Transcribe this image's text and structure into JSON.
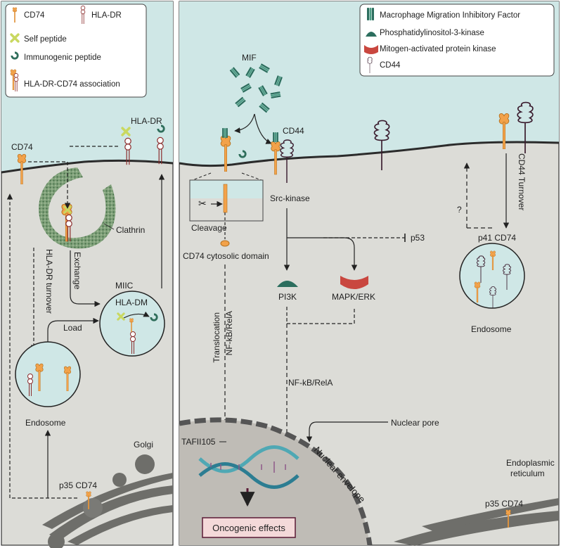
{
  "colors": {
    "extracellular": "#cfe7e6",
    "cytoplasm": "#dcdcd7",
    "nucleus": "#bfbcb6",
    "cd74": "#f2a24a",
    "hla_dr": "#8b2c2c",
    "self_peptide": "#c9d860",
    "immunogenic_peptide": "#2f6e5b",
    "mif": "#2c6e5e",
    "mapk": "#c9473f",
    "golgi": "#6e6e6a",
    "dna_teal": "#4fa8b4",
    "arrow_effect": "#5a1a35"
  },
  "left_legend": {
    "cd74": "CD74",
    "hla_dr": "HLA-DR",
    "self_peptide": "Self peptide",
    "immunogenic_peptide": "Immunogenic peptide",
    "association": "HLA-DR-CD74 association"
  },
  "right_legend": {
    "mif": "Macrophage Migration Inhibitory Factor",
    "pi3k": "Phosphatidylinositol-3-kinase",
    "mapk": "Mitogen-activated protein kinase",
    "cd44": "CD44"
  },
  "left_panel": {
    "cd74": "CD74",
    "hla_dr": "HLA-DR",
    "clathrin": "Clathrin",
    "hla_dr_turnover": "HLA-DR turnover",
    "exchange": "Exchange",
    "load": "Load",
    "miic": "MIIC",
    "hla_dm": "HLA-DM",
    "endosome": "Endosome",
    "golgi": "Golgi",
    "p35_cd74": "p35 CD74"
  },
  "right_panel": {
    "mif": "MIF",
    "cd44": "CD44",
    "src_kinase": "Src-kinase",
    "cleavage": "Cleavage",
    "cytosolic_domain": "CD74 cytosolic domain",
    "p53": "p53",
    "pi3k": "PI3K",
    "mapk_erk": "MAPK/ERK",
    "translocation": "Translocation",
    "nfkb_1": "NF-kB/RelA",
    "nfkb_2": "NF-kB/RelA",
    "tafii": "TAFII105",
    "nuclear_pore": "Nuclear pore",
    "nuclear_envelope": "Nuclear envelope",
    "oncogenic": "Oncogenic effects",
    "question": "?",
    "cd44_turnover": "CD44 Turnover",
    "p41_cd74": "p41 CD74",
    "endosome": "Endosome",
    "er": "Endoplasmic",
    "er2": "reticulum",
    "p35_cd74": "p35 CD74"
  }
}
